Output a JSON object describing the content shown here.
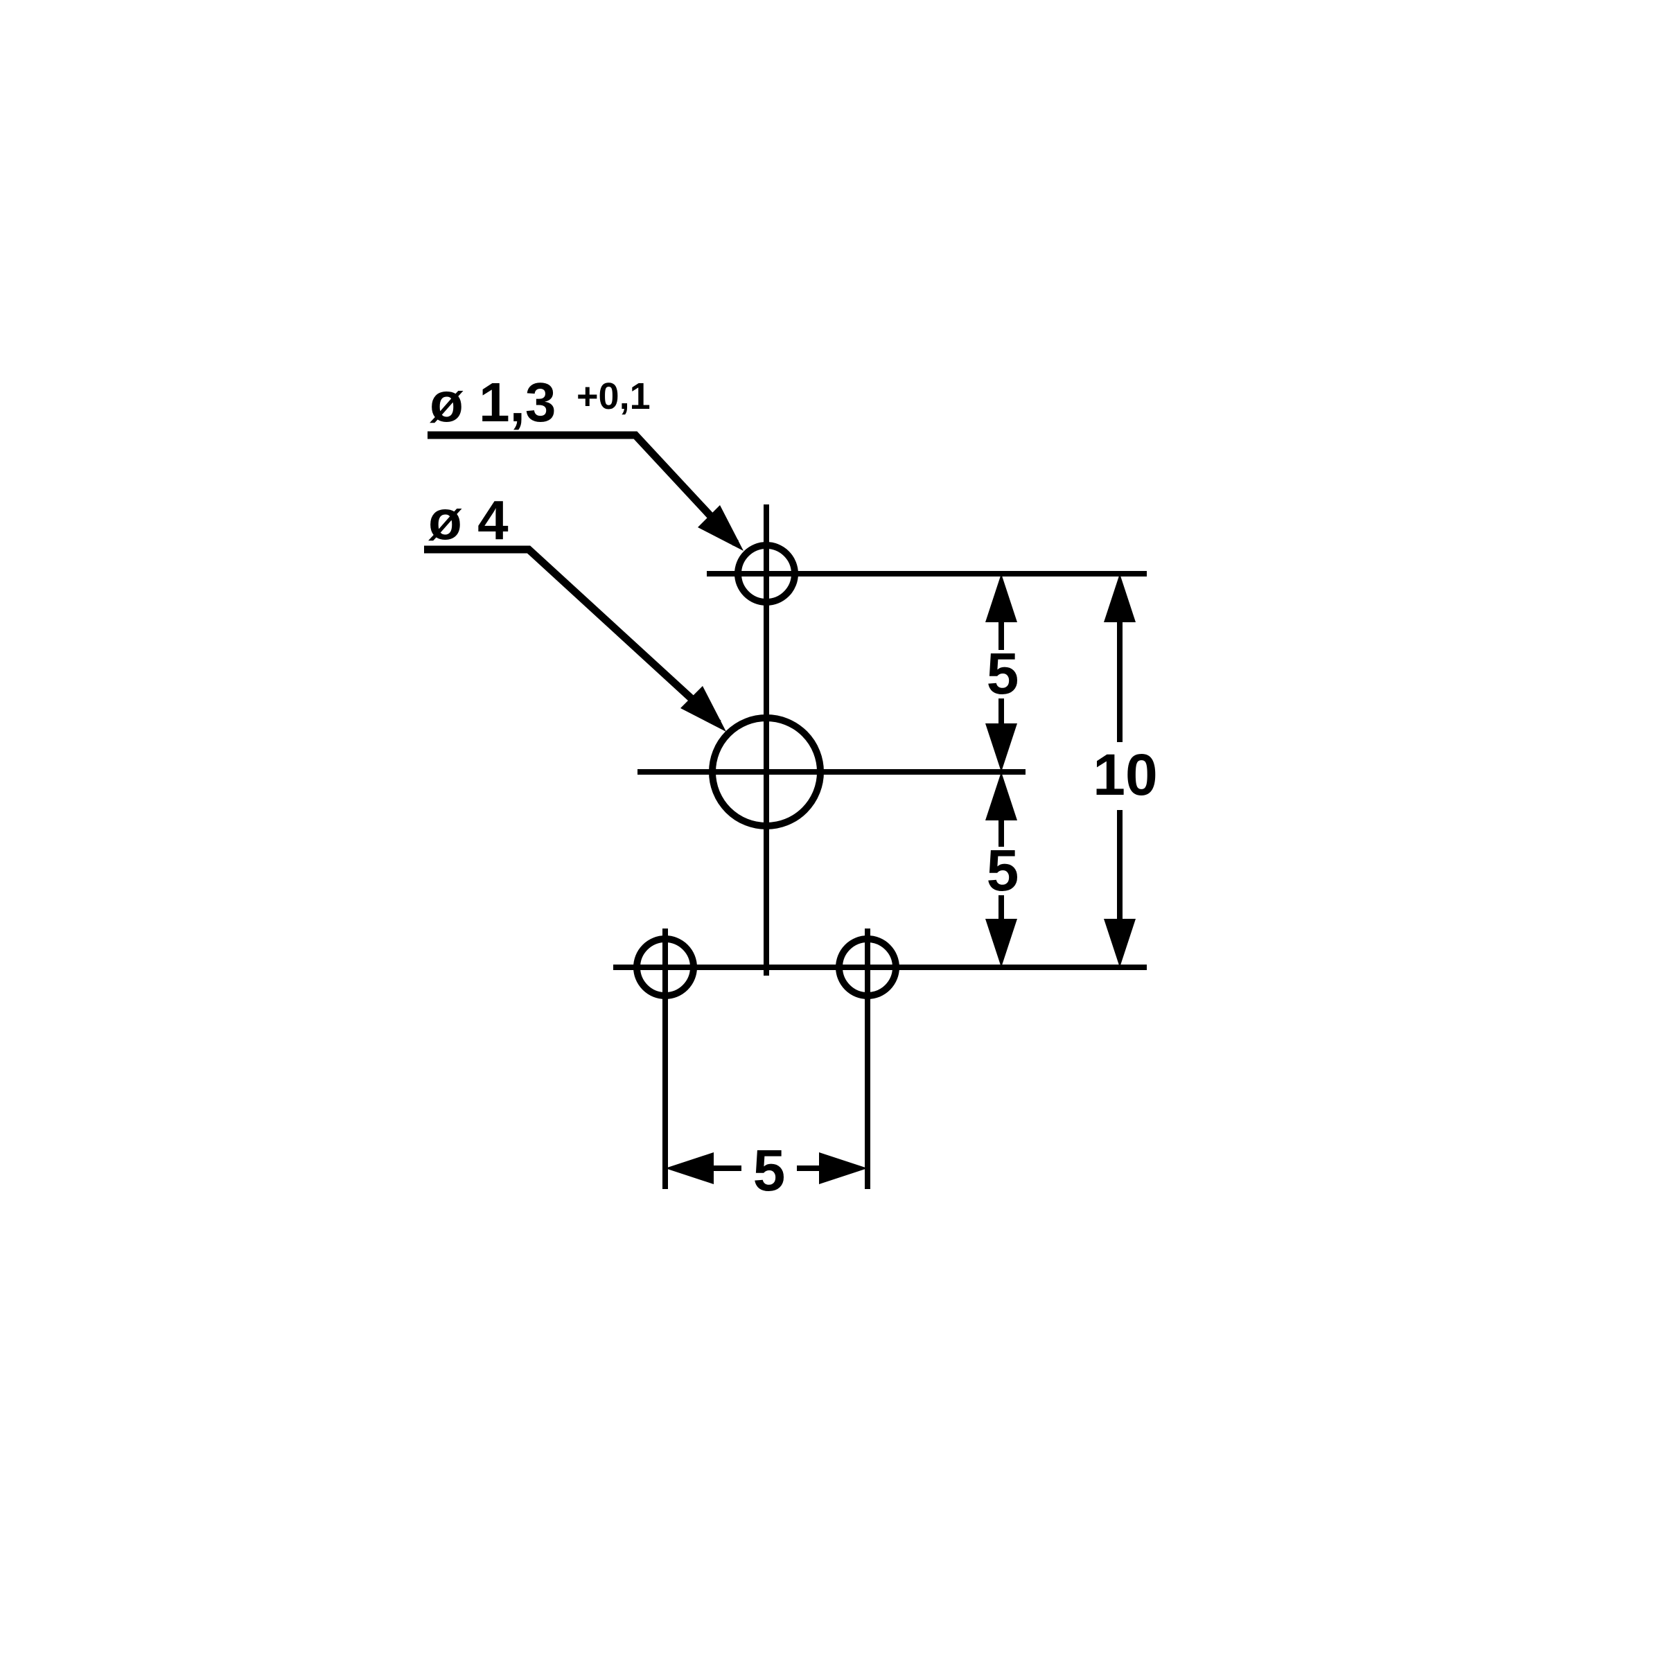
{
  "colors": {
    "ink": "#000000",
    "background": "#ffffff"
  },
  "labels": {
    "small_hole": {
      "diameter": "ø 1,3",
      "tolerance": "+0,1"
    },
    "large_hole": {
      "diameter": "ø 4"
    }
  },
  "dimensions": {
    "pitch_top": "5",
    "pitch_bottom": "5",
    "overall_height": "10",
    "bottom_hole_spacing": "5"
  }
}
